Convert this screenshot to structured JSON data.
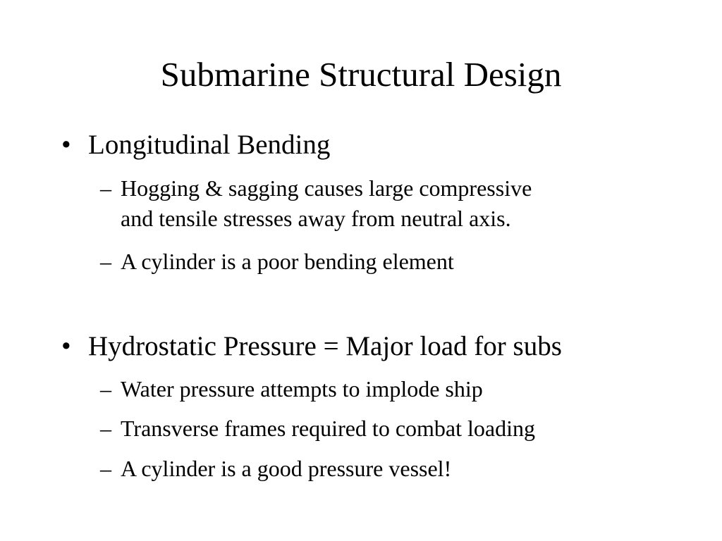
{
  "title": "Submarine Structural Design",
  "bullets": [
    {
      "marker": "•",
      "text": "Longitudinal Bending",
      "subitems": [
        {
          "marker": "–",
          "line1": "Hogging & sagging causes large compressive",
          "line2": "and tensile stresses away from neutral axis."
        },
        {
          "marker": "–",
          "line1": "A cylinder is a poor bending element"
        }
      ]
    },
    {
      "marker": "•",
      "text": "Hydrostatic Pressure = Major load for subs",
      "subitems": [
        {
          "marker": "–",
          "line1": "Water pressure attempts to implode ship"
        },
        {
          "marker": "–",
          "line1": "Transverse frames required to combat loading"
        },
        {
          "marker": "–",
          "line1": "A cylinder is a good pressure vessel!"
        }
      ]
    }
  ]
}
